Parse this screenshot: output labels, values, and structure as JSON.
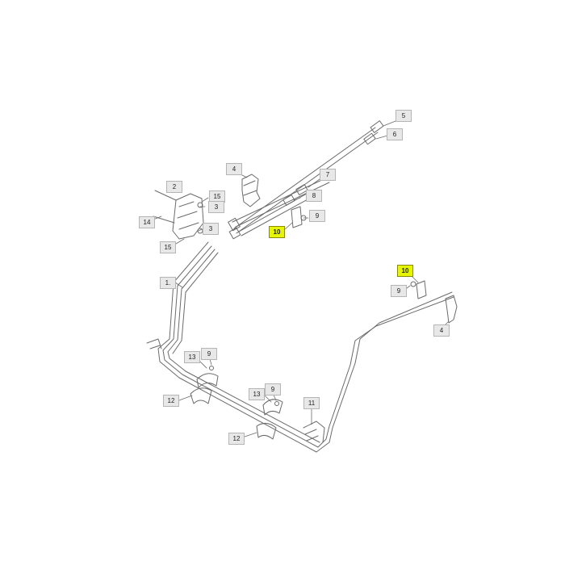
{
  "colors": {
    "line": "#6b6b6b",
    "callout_bg": "#e8e8e8",
    "callout_border": "#b5b5b5",
    "highlight": "#e6f500"
  },
  "callouts": [
    {
      "id": "c5",
      "text": "5",
      "highlighted": false
    },
    {
      "id": "c6",
      "text": "6",
      "highlighted": false
    },
    {
      "id": "c4a",
      "text": "4",
      "highlighted": false
    },
    {
      "id": "c7",
      "text": "7",
      "highlighted": false
    },
    {
      "id": "c8",
      "text": "8",
      "highlighted": false
    },
    {
      "id": "c9a",
      "text": "9",
      "highlighted": false
    },
    {
      "id": "c10a",
      "text": "10",
      "highlighted": true
    },
    {
      "id": "c2",
      "text": "2",
      "highlighted": false
    },
    {
      "id": "c15a",
      "text": "15",
      "highlighted": false
    },
    {
      "id": "c3a",
      "text": "3",
      "highlighted": false
    },
    {
      "id": "c14",
      "text": "14",
      "highlighted": false
    },
    {
      "id": "c3b",
      "text": "3",
      "highlighted": false
    },
    {
      "id": "c15b",
      "text": "15",
      "highlighted": false
    },
    {
      "id": "c1",
      "text": "1.",
      "highlighted": false
    },
    {
      "id": "c10b",
      "text": "10",
      "highlighted": true
    },
    {
      "id": "c9b",
      "text": "9",
      "highlighted": false
    },
    {
      "id": "c4b",
      "text": "4",
      "highlighted": false
    },
    {
      "id": "c13a",
      "text": "13",
      "highlighted": false
    },
    {
      "id": "c9c",
      "text": "9",
      "highlighted": false
    },
    {
      "id": "c12a",
      "text": "12",
      "highlighted": false
    },
    {
      "id": "c13b",
      "text": "13",
      "highlighted": false
    },
    {
      "id": "c9d",
      "text": "9",
      "highlighted": false
    },
    {
      "id": "c11",
      "text": "11",
      "highlighted": false
    },
    {
      "id": "c12b",
      "text": "12",
      "highlighted": false
    }
  ]
}
